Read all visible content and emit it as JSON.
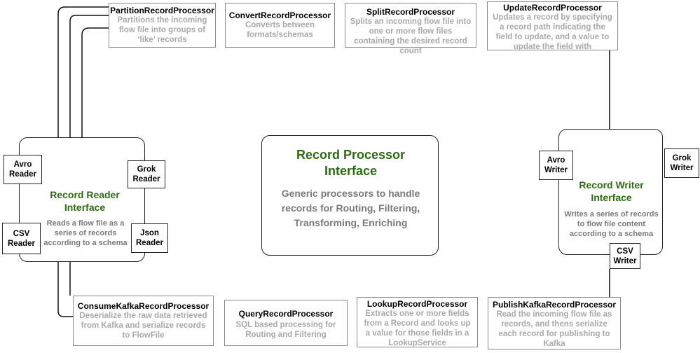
{
  "center": {
    "title": "Record Processor Interface",
    "description": "Generic processors to handle records for Routing, Filtering, Transforming, Enriching"
  },
  "reader": {
    "title": "Record Reader Interface",
    "description": "Reads a flow file as a series of records according to a schema",
    "avro": "Avro Reader",
    "grok": "Grok Reader",
    "csv": "CSV Reader",
    "json": "Json Reader"
  },
  "writer": {
    "title": "Record Writer Interface",
    "description": "Writes a series of records to flow file content according to a schema",
    "avro": "Avro Writer",
    "grok": "Grok Writer",
    "csv": "CSV Writer"
  },
  "processors": {
    "partition": {
      "title": "PartitionRecordProcessor",
      "description": "Partitions the incoming flow file into groups of ‘like’ records"
    },
    "convert": {
      "title": "ConvertRecordProcessor",
      "description": "Converts between formats/schemas"
    },
    "split": {
      "title": "SplitRecordProcessor",
      "description": "Splits an incoming flow file into one or more flow files containing the desired record count"
    },
    "update": {
      "title": "UpdateRecordProcessor",
      "description": "Updates a record by specifying a record path indicating the field to update, and a value to update the field with"
    },
    "consume_kafka": {
      "title": "ConsumeKafkaRecordProcessor",
      "description": "Deserialize the raw data retrieved from Kafka and serialize records to FlowFile"
    },
    "query": {
      "title": "QueryRecordProcessor",
      "description": "SQL based processing for Routing and Filtering"
    },
    "lookup": {
      "title": "LookupRecordProcessor",
      "description": "Extracts one or more fields from a Record and looks up a value for those fields in a LookupService"
    },
    "publish_kafka": {
      "title": "PublishKafkaRecordProcessor",
      "description": "Read the incoming flow file as records, and thens serialize each record for publishing to Kafka"
    }
  }
}
